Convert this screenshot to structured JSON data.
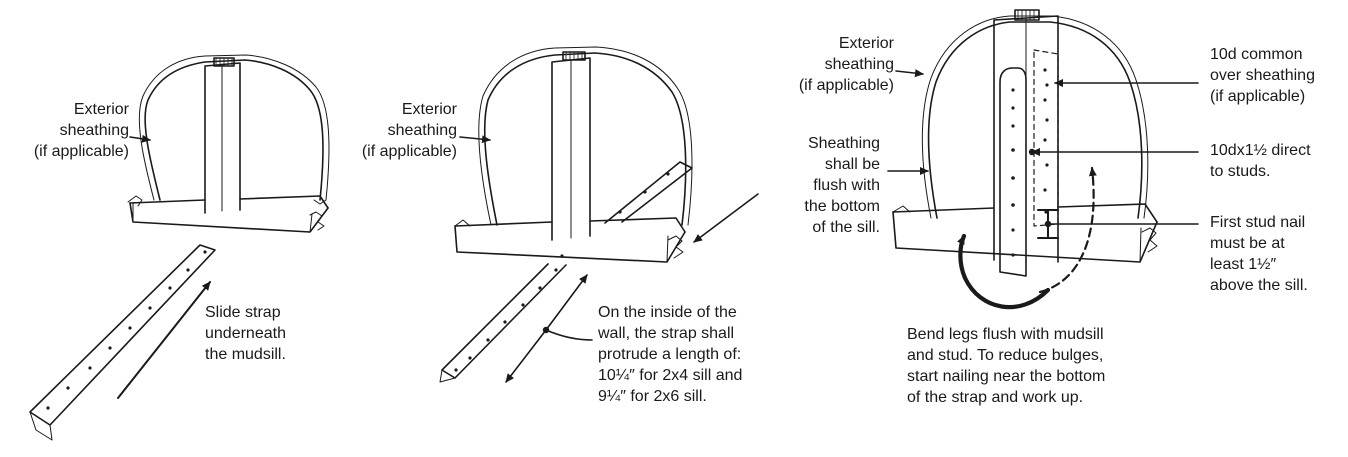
{
  "panel1": {
    "sheathing": [
      "Exterior",
      "sheathing",
      "(if applicable)"
    ],
    "slide": [
      "Slide strap",
      "underneath",
      "the mudsill."
    ]
  },
  "panel2": {
    "sheathing": [
      "Exterior",
      "sheathing",
      "(if applicable)"
    ],
    "inside": [
      "On the inside of the",
      "wall, the strap shall",
      "protrude a length of:",
      "10¼″ for 2x4 sill and",
      "9¼″ for 2x6 sill."
    ]
  },
  "panel3": {
    "sheathing": [
      "Exterior",
      "sheathing",
      "(if applicable)"
    ],
    "flush": [
      "Sheathing",
      "shall be",
      "flush with",
      "the bottom",
      "of the sill."
    ],
    "common": [
      "10d common",
      "over sheathing",
      "(if applicable)"
    ],
    "direct": [
      "10dx1½ direct",
      "to studs."
    ],
    "first": [
      "First stud nail",
      "must be at",
      "least 1½″",
      "above the sill."
    ],
    "bend": [
      "Bend legs flush with mudsill",
      "and stud. To reduce bulges,",
      "start nailing near the bottom",
      "of the strap and work up."
    ]
  }
}
